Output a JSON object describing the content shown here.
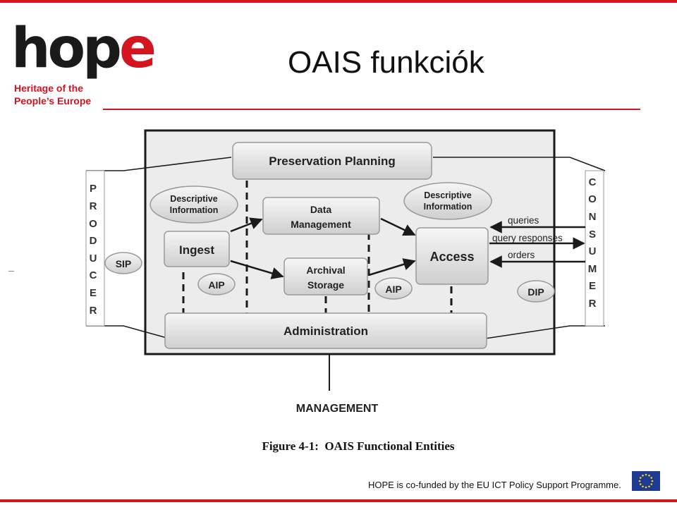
{
  "slide": {
    "title": "OAIS funkciók",
    "footer": "HOPE is co-funded by the EU ICT Policy Support  Programme."
  },
  "logo": {
    "word": "hope",
    "tagline_line1": "Heritage of the",
    "tagline_line2": "People’s Europe"
  },
  "diagram": {
    "preservation_planning": "Preservation Planning",
    "descriptive_info_left": [
      "Descriptive",
      "Information"
    ],
    "descriptive_info_right": [
      "Descriptive",
      "Information"
    ],
    "data_management": [
      "Data",
      "Management"
    ],
    "ingest": "Ingest",
    "access": "Access",
    "archival_storage": [
      "Archival",
      "Storage"
    ],
    "administration": "Administration",
    "management": "MANAGEMENT",
    "sip": "SIP",
    "aip_left": "AIP",
    "aip_right": "AIP",
    "dip": "DIP",
    "queries": "queries",
    "query_responses": "query responses",
    "orders": "orders",
    "producer_letters": [
      "P",
      "R",
      "O",
      "D",
      "U",
      "C",
      "E",
      "R"
    ],
    "consumer_letters": [
      "C",
      "O",
      "N",
      "S",
      "U",
      "M",
      "E",
      "R"
    ],
    "figure_caption": "Figure 4-1:  OAIS Functional Entities"
  },
  "colors": {
    "accent_red": "#d4141f",
    "box_fill": "#dcdcdc",
    "panel_fill": "#ececec"
  }
}
